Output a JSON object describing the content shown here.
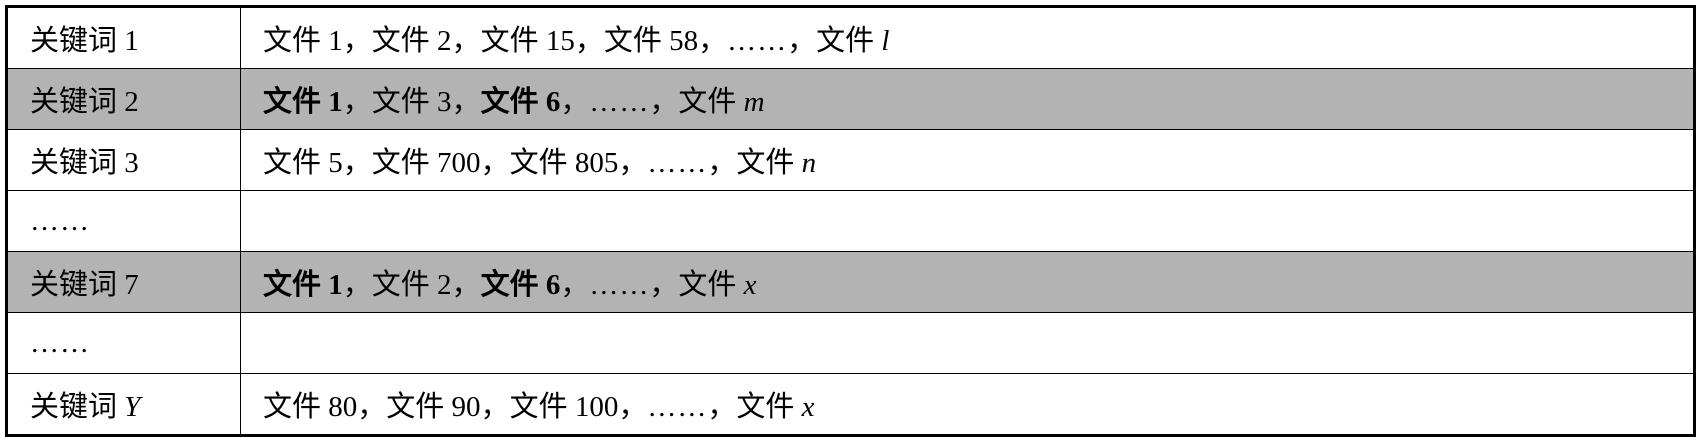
{
  "colors": {
    "highlight_row": "#b3b3b3",
    "border": "#000000",
    "text": "#000000"
  },
  "rows": [
    {
      "keyword": [
        {
          "text": "关键词 1"
        }
      ],
      "documents": [
        {
          "text": "文件 1"
        },
        {
          "text": "，"
        },
        {
          "text": "文件 2"
        },
        {
          "text": "，"
        },
        {
          "text": "文件 15"
        },
        {
          "text": "，"
        },
        {
          "text": "文件 58"
        },
        {
          "text": "，"
        },
        {
          "text": "……"
        },
        {
          "text": "，"
        },
        {
          "text": "文件 "
        },
        {
          "text": "l",
          "italic": true
        }
      ]
    },
    {
      "highlight": true,
      "keyword": [
        {
          "text": "关键词 2"
        }
      ],
      "documents": [
        {
          "text": "文件 1",
          "bold": true
        },
        {
          "text": "，"
        },
        {
          "text": "文件 3"
        },
        {
          "text": "，"
        },
        {
          "text": "文件 6",
          "bold": true
        },
        {
          "text": "，"
        },
        {
          "text": "……"
        },
        {
          "text": "，"
        },
        {
          "text": "文件 "
        },
        {
          "text": "m",
          "italic": true
        }
      ]
    },
    {
      "keyword": [
        {
          "text": "关键词 3"
        }
      ],
      "documents": [
        {
          "text": "文件 5"
        },
        {
          "text": "，"
        },
        {
          "text": "文件 700"
        },
        {
          "text": "，"
        },
        {
          "text": "文件 805"
        },
        {
          "text": "，"
        },
        {
          "text": "……"
        },
        {
          "text": "，"
        },
        {
          "text": "文件 "
        },
        {
          "text": "n",
          "italic": true
        }
      ]
    },
    {
      "keyword": [
        {
          "text": "……"
        }
      ],
      "documents": []
    },
    {
      "highlight": true,
      "keyword": [
        {
          "text": "关键词 7"
        }
      ],
      "documents": [
        {
          "text": "文件 1",
          "bold": true
        },
        {
          "text": "，"
        },
        {
          "text": "文件 2"
        },
        {
          "text": "，"
        },
        {
          "text": "文件 6",
          "bold": true
        },
        {
          "text": "，"
        },
        {
          "text": "……"
        },
        {
          "text": "，"
        },
        {
          "text": "文件 "
        },
        {
          "text": "x",
          "italic": true
        }
      ]
    },
    {
      "keyword": [
        {
          "text": "……"
        }
      ],
      "documents": []
    },
    {
      "keyword": [
        {
          "text": "关键词 "
        },
        {
          "text": "Y",
          "italic": true
        }
      ],
      "documents": [
        {
          "text": "文件 80"
        },
        {
          "text": "，"
        },
        {
          "text": "文件 90"
        },
        {
          "text": "，"
        },
        {
          "text": "文件 100"
        },
        {
          "text": "，"
        },
        {
          "text": "……"
        },
        {
          "text": "，"
        },
        {
          "text": "文件 "
        },
        {
          "text": "x",
          "italic": true
        }
      ]
    }
  ]
}
